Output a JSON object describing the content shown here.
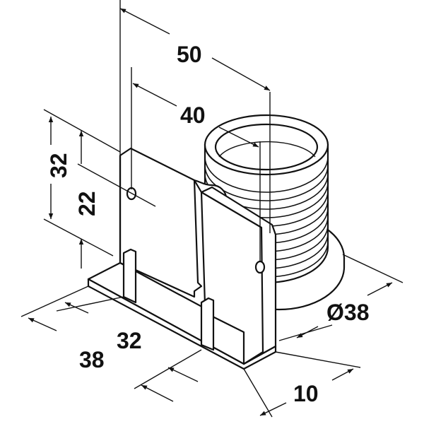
{
  "drawing": {
    "background": "#ffffff",
    "line_color": "#111111",
    "part": "adjustable-plinth-foot-with-mounting-bracket",
    "dimensions": {
      "overall_width": "50",
      "hole_spacing": "40",
      "bracket_height": "32",
      "hole_height": "22",
      "base_width": "32",
      "base_depth": "38",
      "diameter": "Ø38",
      "flange_thickness": "10"
    }
  }
}
